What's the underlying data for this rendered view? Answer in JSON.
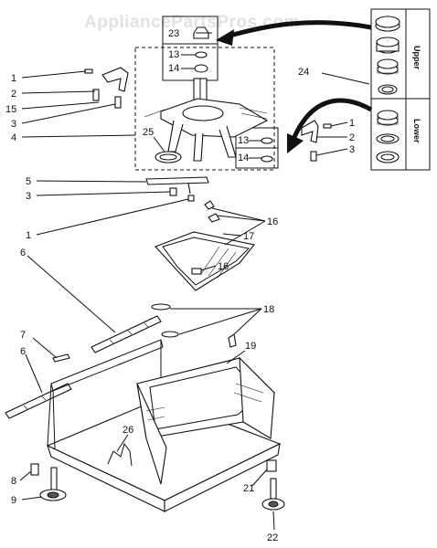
{
  "watermark": "AppliancePartsPros.com",
  "bearing_kit": {
    "upper_label": "Upper",
    "lower_label": "Lower"
  },
  "callouts": [
    "1",
    "2",
    "15",
    "3",
    "4",
    "25",
    "23",
    "13",
    "14",
    "24",
    "1",
    "13",
    "14",
    "2",
    "3",
    "5",
    "3",
    "1",
    "16",
    "17",
    "16",
    "6",
    "18",
    "7",
    "6",
    "19",
    "26",
    "8",
    "9",
    "21",
    "22"
  ]
}
